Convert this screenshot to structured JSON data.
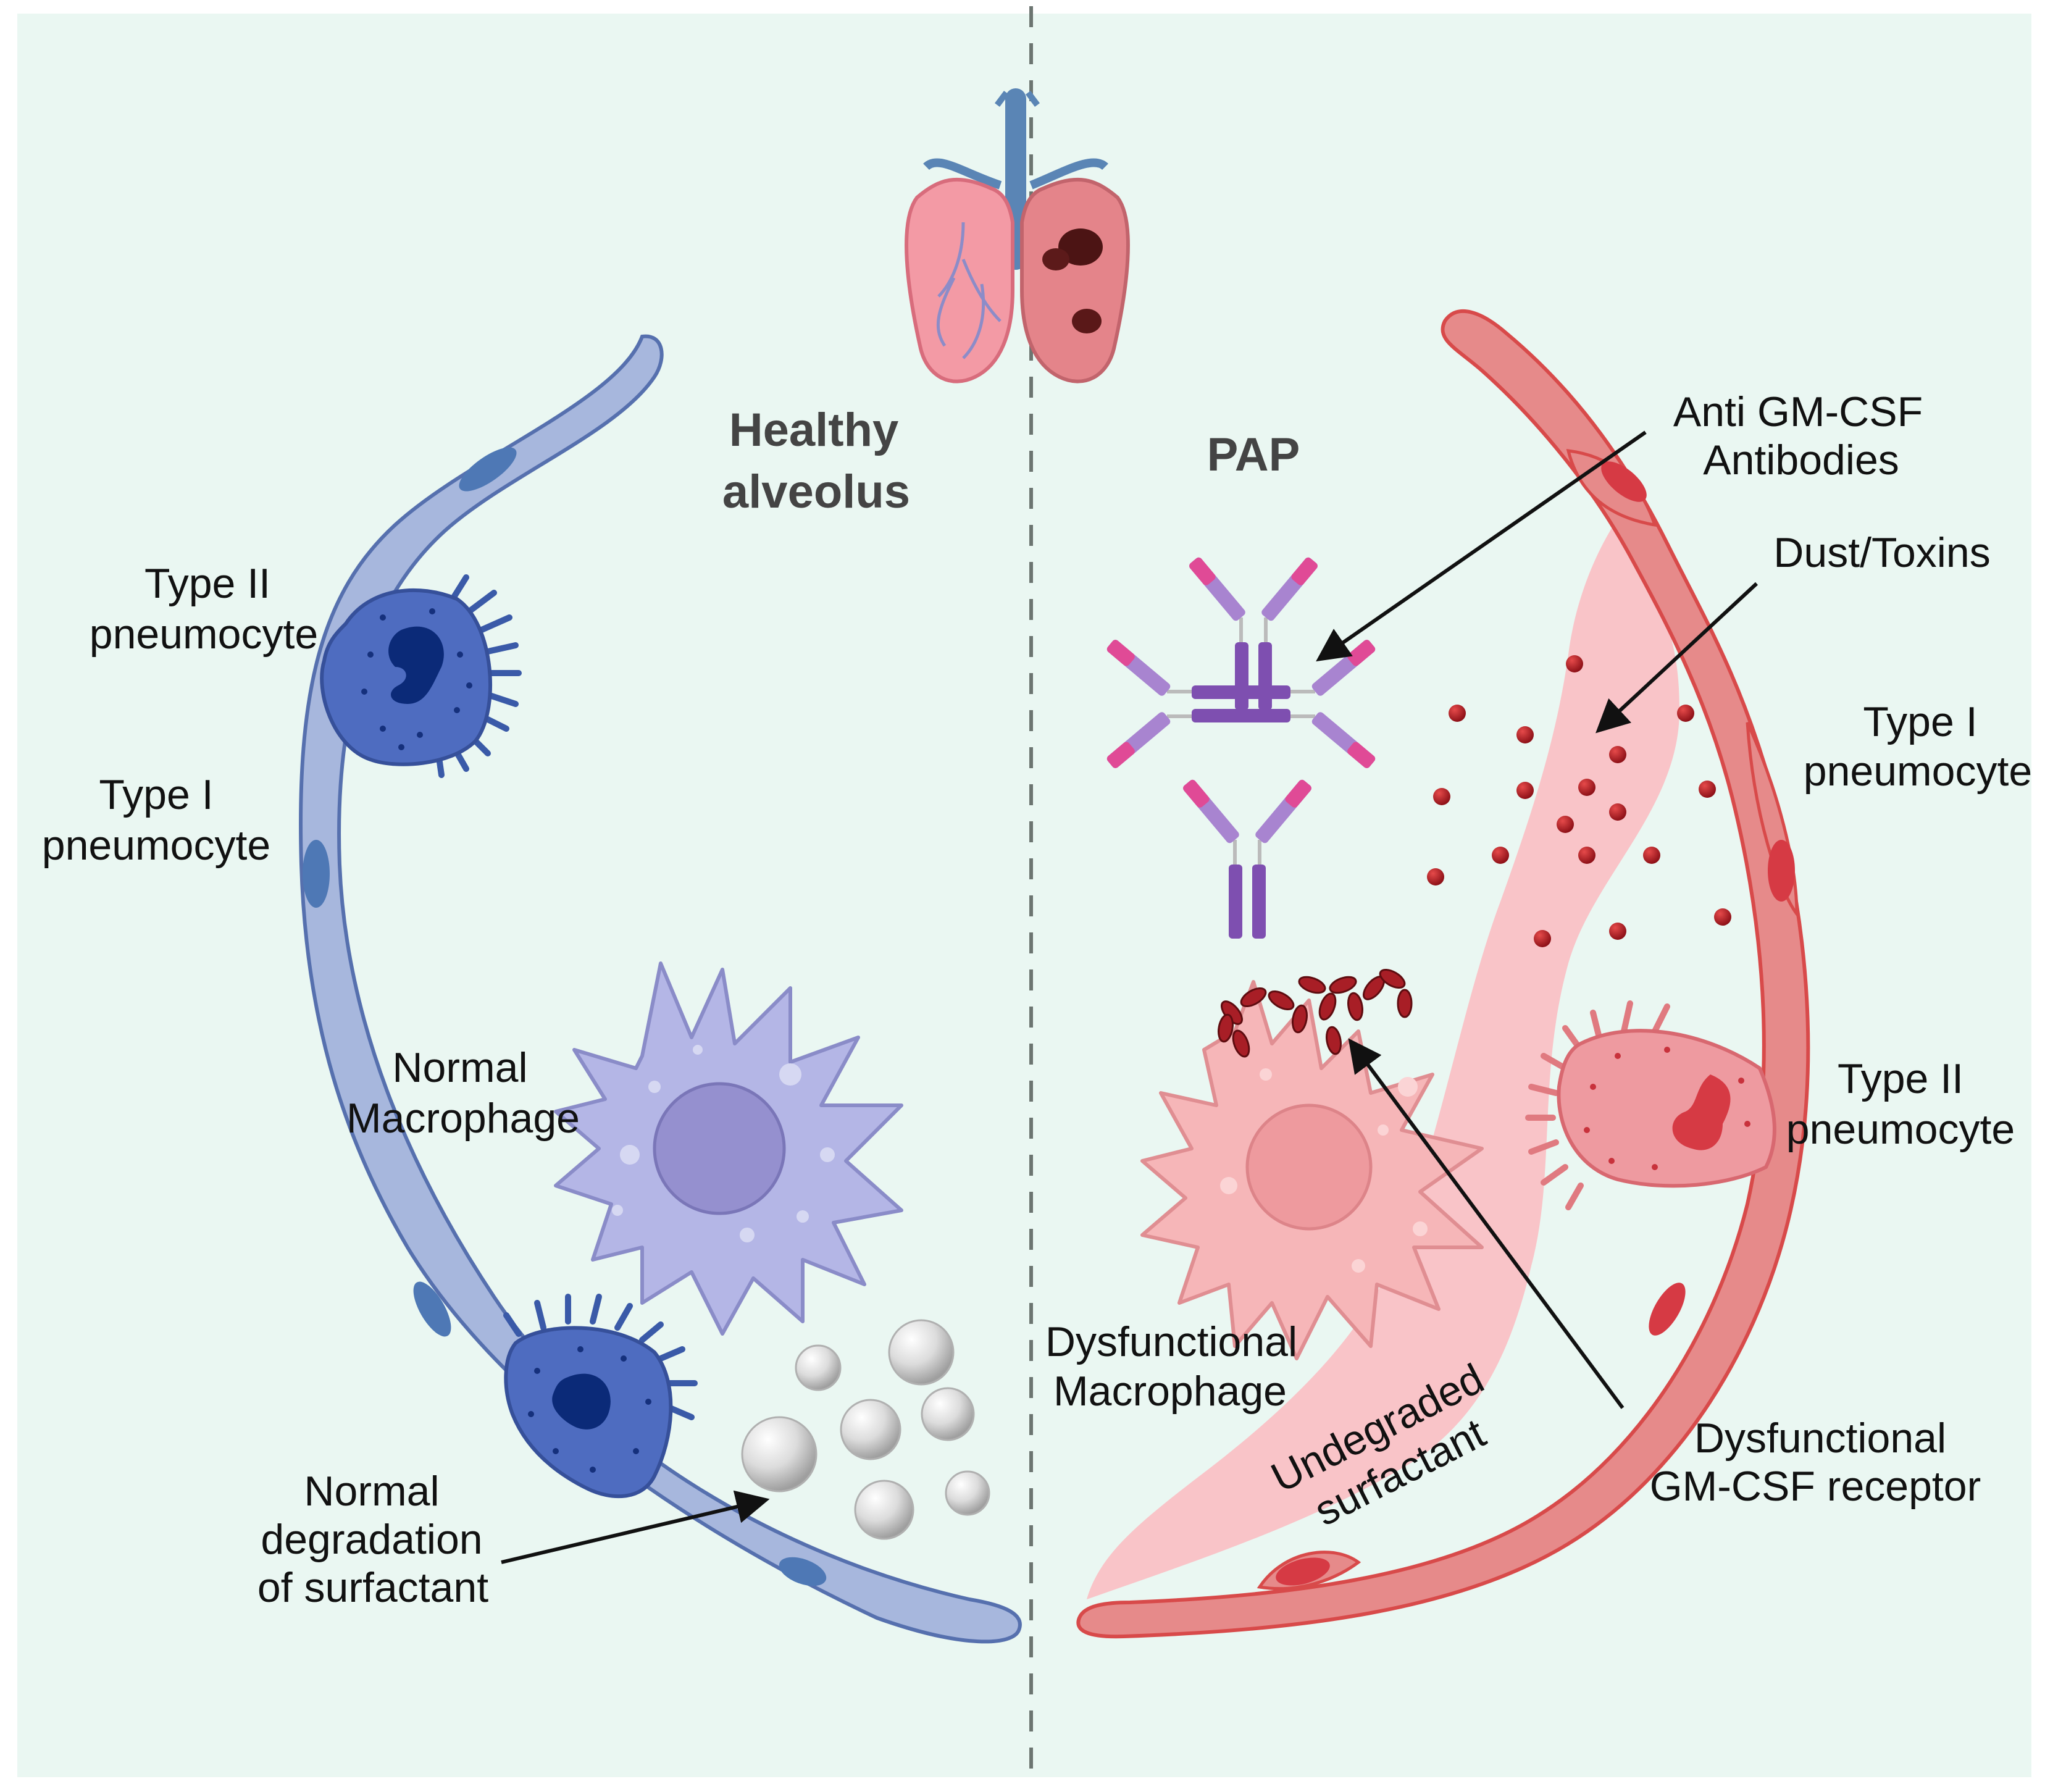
{
  "colors": {
    "background": "#eaf7f2",
    "healthy_wall": "#a7b7dd",
    "healthy_stroke": "#5670ae",
    "pap_wall": "#e68a8a",
    "pap_stroke": "#d84a4a",
    "surfactant_pool": "#f9c4c8",
    "antibody_purple": "#7e4fb0",
    "antibody_pink": "#e04a96",
    "dust": "#b51a26"
  },
  "titles": {
    "healthy_line1": "Healthy",
    "healthy_line2": "alveolus",
    "pap": "PAP"
  },
  "left_labels": {
    "type2_line1": "Type II",
    "type2_line2": "pneumocyte",
    "type1_line1": "Type I",
    "type1_line2": "pneumocyte",
    "macrophage_line1": "Normal",
    "macrophage_line2": "Macrophage",
    "degradation_line1": "Normal",
    "degradation_line2": "degradation",
    "degradation_line3": "of surfactant"
  },
  "right_labels": {
    "antibodies_line1": "Anti GM-CSF",
    "antibodies_line2": "Antibodies",
    "dust": "Dust/Toxins",
    "type1_line1": "Type I",
    "type1_line2": "pneumocyte",
    "type2_line1": "Type II",
    "type2_line2": "pneumocyte",
    "dysmac_line1": "Dysfunctional",
    "dysmac_line2": "Macrophage",
    "undegraded_line1": "Undegraded",
    "undegraded_line2": "surfactant",
    "receptor_line1": "Dysfunctional",
    "receptor_line2": "GM-CSF receptor"
  },
  "icons": {
    "lungs": "lungs-icon",
    "macrophage": "macrophage-icon",
    "pneumocyte": "pneumocyte-icon",
    "antibody": "antibody-icon",
    "surfactant": "surfactant-bubble-icon",
    "receptor": "receptor-icon"
  }
}
